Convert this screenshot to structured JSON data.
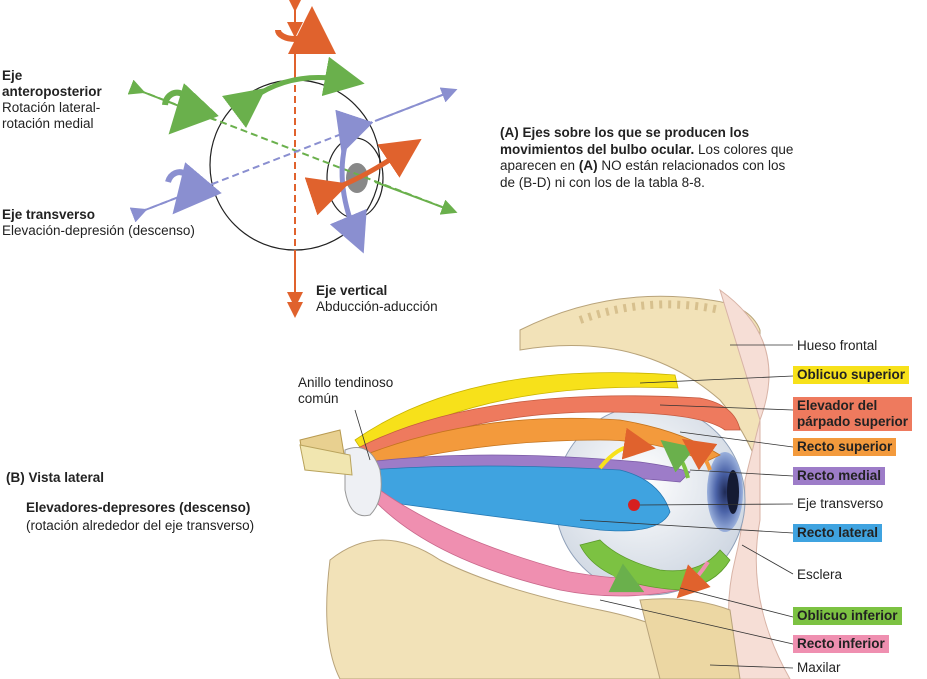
{
  "panel_a": {
    "caption_letter": "(A)",
    "caption_bold": "Ejes sobre los que se producen los movimientos del bulbo ocular.",
    "caption_rest_1": "Los colores que aparecen en",
    "caption_ref": "(A)",
    "caption_rest_2": "NO están relacionados con los de (B-D) ni con los de la tabla 8-8.",
    "axes": {
      "anteroposterior": {
        "title_1": "Eje",
        "title_2": "anteroposterior",
        "desc_1": "Rotación lateral-",
        "desc_2": "rotación medial",
        "color": "#6ab04c"
      },
      "transverse": {
        "title": "Eje transverso",
        "desc": "Elevación-depresión (descenso)",
        "color": "#8a8fd0"
      },
      "vertical": {
        "title": "Eje vertical",
        "desc": "Abducción-aducción",
        "color": "#e0622d"
      }
    }
  },
  "panel_b": {
    "title": "(B) Vista lateral",
    "subtitle": "Elevadores-depresores (descenso)",
    "note": "(rotación alrededor del eje transverso)",
    "ring_label_1": "Anillo tendinoso",
    "ring_label_2": "común",
    "labels": {
      "frontal": "Hueso frontal",
      "oblique_sup": "Oblicuo superior",
      "levator_1": "Elevador del",
      "levator_2": "párpado superior",
      "rectus_sup": "Recto superior",
      "rectus_med": "Recto medial",
      "axis": "Eje transverso",
      "rectus_lat": "Recto lateral",
      "sclera": "Esclera",
      "oblique_inf": "Oblicuo inferior",
      "rectus_inf": "Recto inferior",
      "maxilla": "Maxilar"
    },
    "colors": {
      "oblique_sup": "#f7e11a",
      "levator": "#ee7a5e",
      "rectus_sup": "#f39a3c",
      "rectus_med": "#9d7cc8",
      "rectus_lat": "#3fa3e0",
      "oblique_inf": "#7cc242",
      "rectus_inf": "#ef8fb0"
    }
  }
}
